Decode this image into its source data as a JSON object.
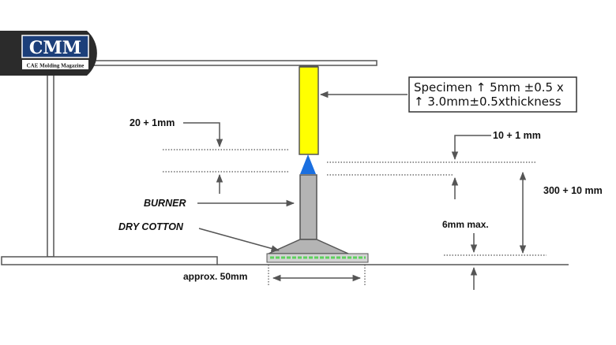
{
  "logo": {
    "title": "CMM",
    "subtitle": "CAE Molding Magazine",
    "colors": {
      "badge": "#2b2b2b",
      "title_bg": "#1c3f7a",
      "subtitle_bg": "#ffffff"
    }
  },
  "diagram": {
    "specimen_label_line1": "Specimen ↑ 5mm ±0.5 x",
    "specimen_label_line2": "↑ 3.0mm±0.5xthickness",
    "gap_label_left": "20 + 1mm",
    "gap_label_right": "10 + 1 mm",
    "height_label": "300 + 10 mm",
    "burner_label": "BURNER",
    "cotton_label": "DRY COTTON",
    "cotton_thickness_label": "6mm max.",
    "cotton_width_label": "approx. 50mm",
    "colors": {
      "specimen": "#ffff00",
      "flame": "#1a6fe0",
      "burner": "#b4b4b4",
      "cotton": "#5ed15e",
      "lines": "#555555"
    }
  }
}
